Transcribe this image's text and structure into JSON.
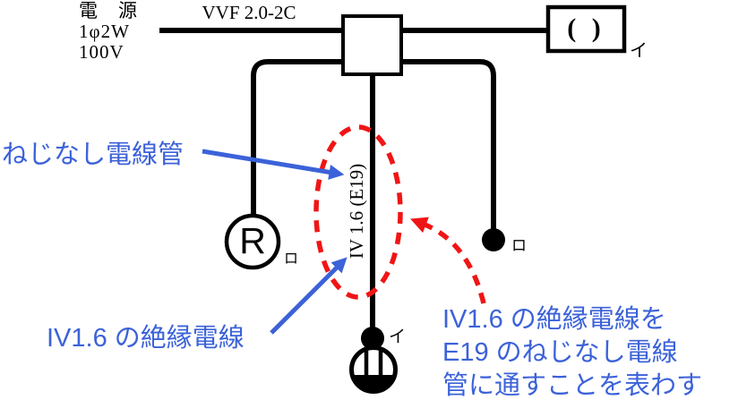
{
  "colors": {
    "blue": "#3c62d9",
    "red": "#f01515",
    "black": "#000000"
  },
  "power_source": {
    "line1": "電　源",
    "line2": "1φ2W",
    "line3": "100V"
  },
  "cable_label": "VVF 2.0-2C",
  "conduit_wire_label": "IV 1.6 (E19)",
  "device_box_symbol": "( )",
  "receptacle_letter": "R",
  "circuit_labels": {
    "device_box": "イ",
    "receptacle": "ロ",
    "switch_right": "ロ",
    "switch_bottom": "イ"
  },
  "annotations": {
    "conduit_note": "ねじなし電線管",
    "wire_note": "IV1.6 の絶縁電線",
    "explanation_lines": [
      "IV1.6 の絶縁電線を",
      "E19 のねじなし電線",
      "管に通すことを表わす"
    ]
  }
}
